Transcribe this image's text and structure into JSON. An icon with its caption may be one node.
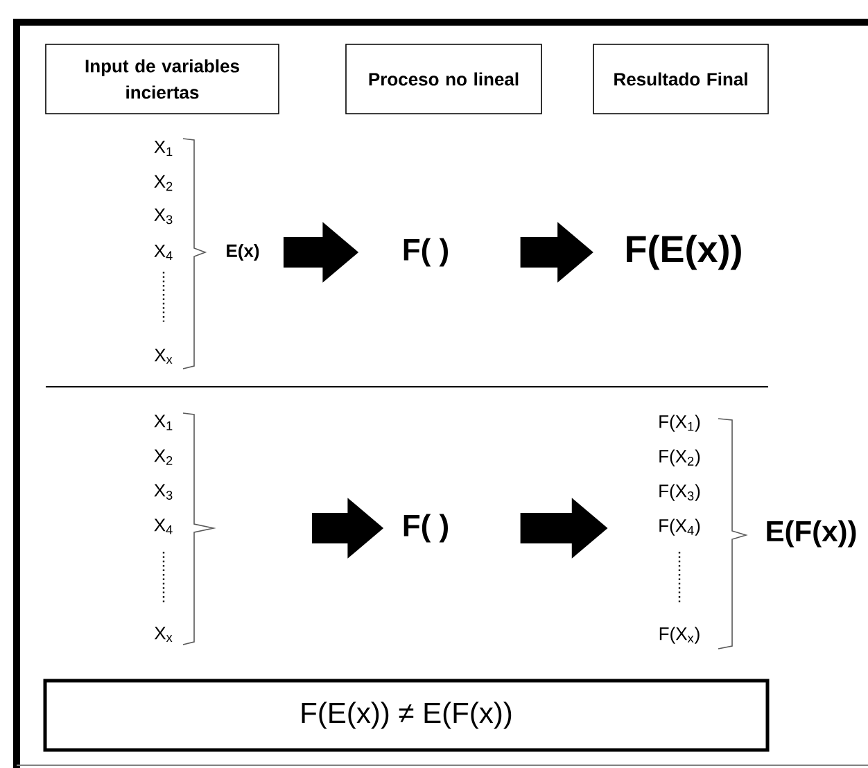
{
  "diagram": {
    "nodes": [
      {
        "text": [
          "Input de variables inciertas"
        ]
      },
      {
        "text": [
          "Proceso no lineal"
        ]
      },
      {
        "text": [
          "Resultado Final"
        ]
      },
      {
        "text": [
          "E(x)"
        ]
      },
      {
        "text": [
          "F( )"
        ]
      },
      {
        "text": [
          "F(E(x))"
        ]
      },
      {
        "text": [
          "X$_{1}$",
          "X$_{2}$",
          "X$_{3}$",
          "X$_{4}$",
          "X$_{x}$"
        ]
      },
      {
        "text": [
          "F( )"
        ]
      },
      {
        "text": [
          "F(X$_{1}$)",
          "F(X$_{2}$)",
          "F(X$_{3}$)",
          "F(X$_{4}$)",
          "F(X$_{x}$)"
        ]
      },
      {
        "text": [
          "F(E(x)) ≠ E(F(x))"
        ]
      }
    ],
    "edges": [
      {
        "from": 3,
        "to": 4,
        "arrow": "to"
      },
      {
        "from": 4,
        "to": 5,
        "arrow": "to"
      },
      {
        "from": null,
        "to": 7,
        "arrow": "to"
      },
      {
        "from": 7,
        "to": 8,
        "arrow": "to"
      }
    ],
    "labels": [
      "X$_{1}$",
      "X$_{2}$",
      "X$_{3}$",
      "X$_{4}$",
      "X$_{x}$",
      "E(F(x))"
    ]
  }
}
